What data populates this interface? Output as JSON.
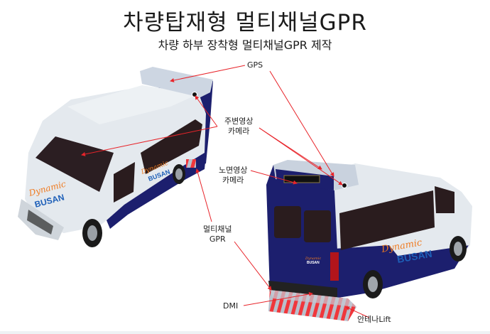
{
  "header": {
    "title": "차량탑재형 멀티채널GPR",
    "subtitle": "차량 하부 장착형 멀티채널GPR 제작"
  },
  "labels": {
    "gps": "GPS",
    "surround_camera_line1": "주변영상",
    "surround_camera_line2": "카메라",
    "road_camera_line1": "노면영상",
    "road_camera_line2": "카메라",
    "gpr_line1": "멀티채널",
    "gpr_line2": "GPR",
    "dmi": "DMI",
    "antenna_lift": "안테나Lift"
  },
  "vehicle": {
    "brand_line1": "Dynamic",
    "brand_line2": "BUSAN"
  },
  "colors": {
    "body_white": "#e4e9ee",
    "body_navy": "#1c1f6e",
    "callout_red": "#e8242a",
    "gpr_stripe_red": "#f0373c",
    "gpr_stripe_grey": "#b9c0cc",
    "brand_orange": "#f07a1f",
    "brand_blue": "#1d5fb8"
  }
}
